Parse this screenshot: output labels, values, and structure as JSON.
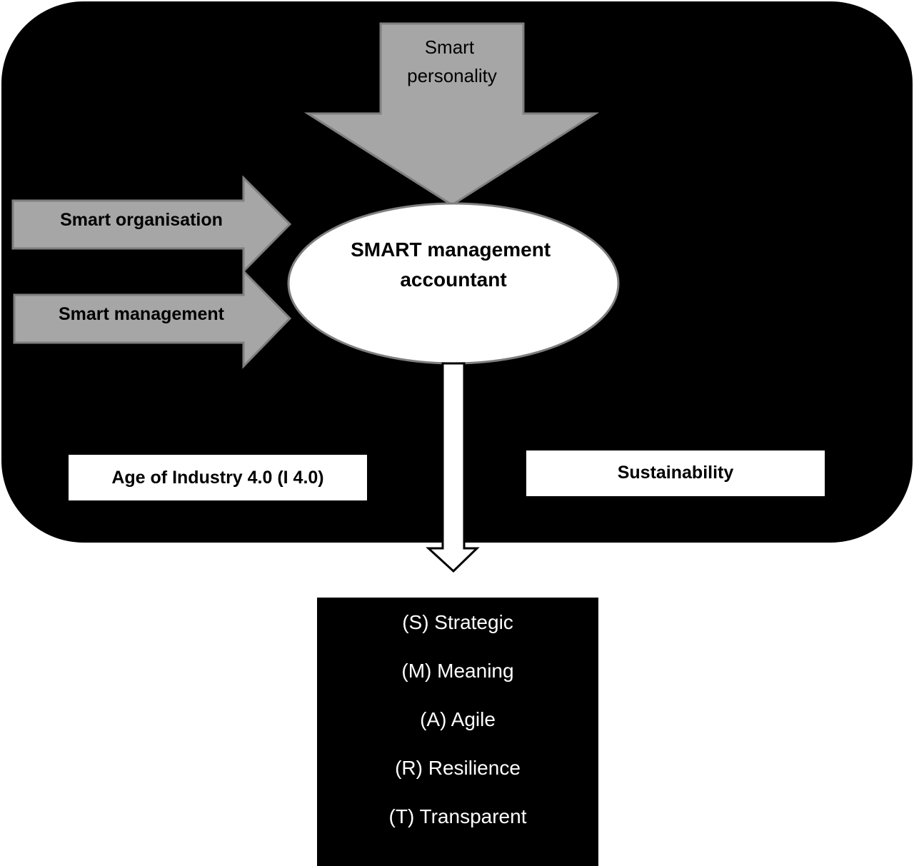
{
  "nodes": {
    "personality": "Smart\npersonality",
    "organisation": "Smart organisation",
    "management": "Smart management",
    "center": "SMART management\naccountant",
    "industry": "Age of Industry 4.0 (I 4.0)",
    "sustainability": "Sustainability"
  },
  "outcomes": [
    "(S) Strategic",
    "(M) Meaning",
    "(A) Agile",
    "(R) Resilience",
    "(T) Transparent"
  ],
  "colors": {
    "background": "#000000",
    "arrow_fill": "#a6a6a6",
    "arrow_stroke": "#7f7f7f",
    "box_fill": "#ffffff",
    "text_dark": "#000000",
    "text_light": "#ffffff"
  }
}
